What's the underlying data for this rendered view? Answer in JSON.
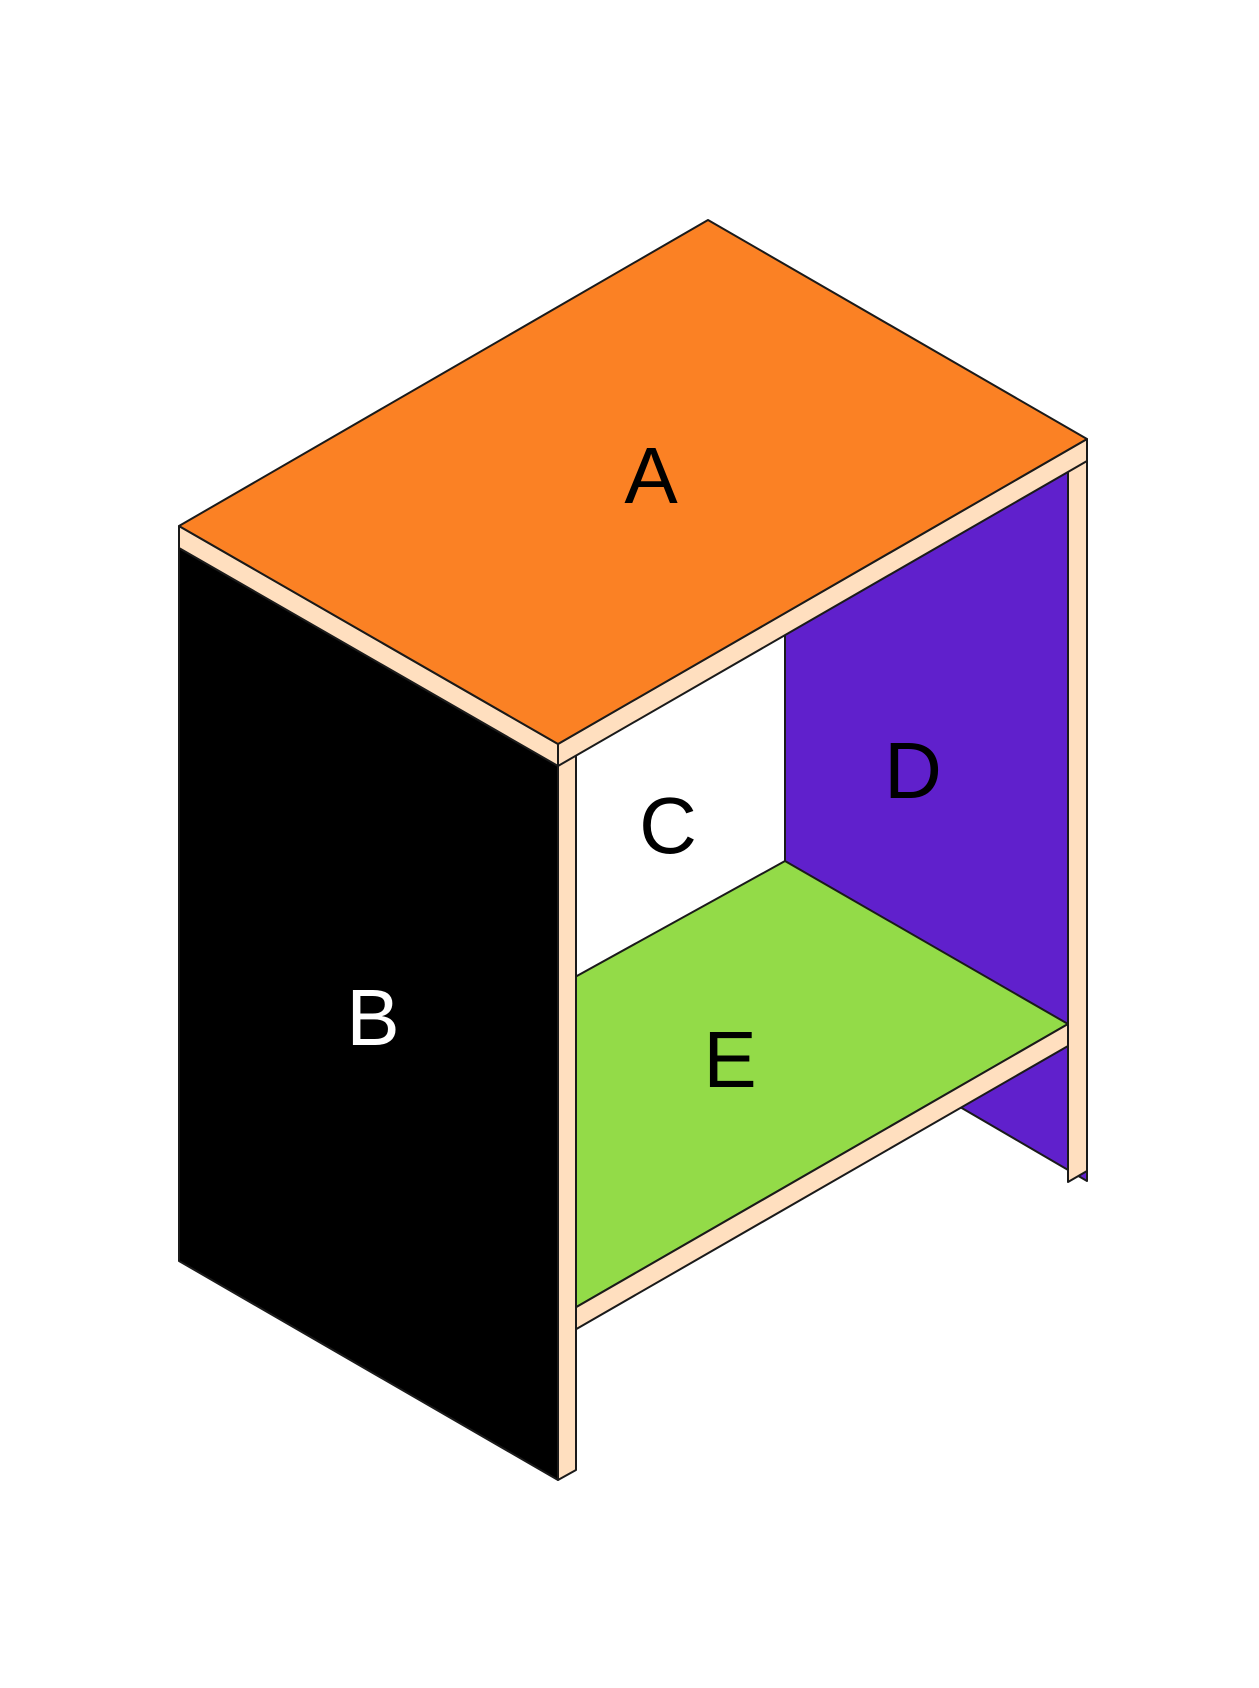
{
  "colors": {
    "top_panel": "#FB8124",
    "side_panel": "#000000",
    "back_panel": "#FFFFFF",
    "right_panel": "#6020CC",
    "shelf_panel": "#93DB48",
    "edge": "#FFDFBF",
    "outline": "#1A1A1A",
    "label_dark": "#000000",
    "label_light": "#FFFFFF"
  },
  "panels": [
    {
      "key": "top",
      "label": "A"
    },
    {
      "key": "left-side",
      "label": "B"
    },
    {
      "key": "back",
      "label": "C"
    },
    {
      "key": "right-side",
      "label": "D"
    },
    {
      "key": "shelf",
      "label": "E"
    }
  ]
}
